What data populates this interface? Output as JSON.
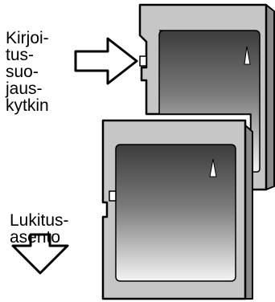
{
  "labels": {
    "write_protect_switch": [
      "Kirjoi-",
      "tus-",
      "suo-",
      "jaus-",
      "kytkin"
    ],
    "lock_position": [
      "Lukitus-",
      "asento"
    ]
  },
  "cards": [
    {
      "id": "top-card",
      "write_protect": "unlocked"
    },
    {
      "id": "bottom-card",
      "write_protect": "locked"
    }
  ],
  "colors": {
    "card_body": "#c6c6c6",
    "card_outline": "#000000",
    "label_area_top": "#5a5a5a",
    "label_area_bottom": "#ffffff",
    "text": "#000000"
  }
}
